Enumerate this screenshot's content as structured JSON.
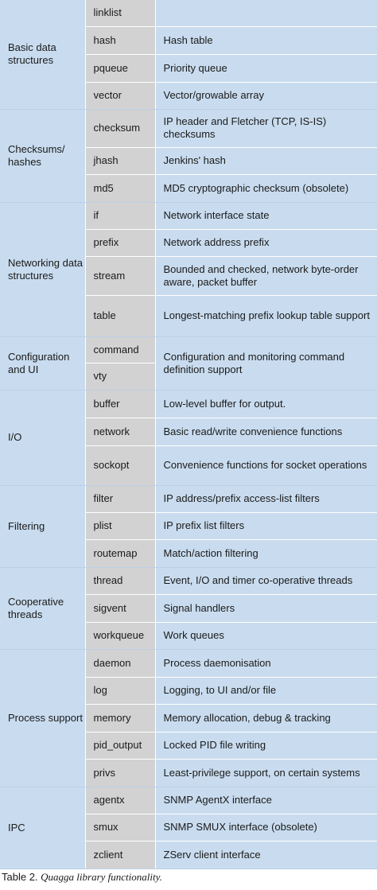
{
  "groups": [
    {
      "category": "Basic data structures",
      "h": [
        33,
        35,
        35,
        34
      ],
      "rows": [
        {
          "lib": "linklist",
          "desc": ""
        },
        {
          "lib": "hash",
          "desc": "Hash table"
        },
        {
          "lib": "pqueue",
          "desc": "Priority queue"
        },
        {
          "lib": "vector",
          "desc": "Vector/growable array"
        }
      ]
    },
    {
      "category": "Checksums/ hashes",
      "h": [
        48,
        34,
        35
      ],
      "rows": [
        {
          "lib": "checksum",
          "desc": "IP header and Fletcher (TCP, IS-IS) checksums"
        },
        {
          "lib": "jhash",
          "desc": "Jenkins' hash"
        },
        {
          "lib": "md5",
          "desc": "MD5 cryptographic checksum (obsolete)"
        }
      ]
    },
    {
      "category": "Networking data structures",
      "h": [
        34,
        34,
        49,
        52
      ],
      "rows": [
        {
          "lib": "if",
          "desc": "Network interface state"
        },
        {
          "lib": "prefix",
          "desc": "Network address prefix"
        },
        {
          "lib": "stream",
          "desc": "Bounded and checked, network byte-order aware, packet buffer"
        },
        {
          "lib": "table",
          "desc": "Longest-matching prefix lookup table support"
        }
      ]
    },
    {
      "category": "Configuration and UI",
      "h": [
        33,
        34
      ],
      "merge_desc": true,
      "rows": [
        {
          "lib": "command",
          "desc": "Configuration and monitoring command definition support"
        },
        {
          "lib": "vty",
          "desc": ""
        }
      ]
    },
    {
      "category": "I/O",
      "h": [
        35,
        35,
        50
      ],
      "rows": [
        {
          "lib": "buffer",
          "desc": "Low-level buffer for output."
        },
        {
          "lib": "network",
          "desc": "Basic read/write convenience functions"
        },
        {
          "lib": "sockopt",
          "desc": "Convenience functions for socket operations"
        }
      ]
    },
    {
      "category": "Filtering",
      "h": [
        34,
        34,
        35
      ],
      "rows": [
        {
          "lib": "filter",
          "desc": "IP address/prefix access-list filters"
        },
        {
          "lib": "plist",
          "desc": "IP prefix list filters"
        },
        {
          "lib": "routemap",
          "desc": "Match/action filtering"
        }
      ]
    },
    {
      "category": "Cooperative threads",
      "h": [
        34,
        35,
        34
      ],
      "rows": [
        {
          "lib": "thread",
          "desc": "Event, I/O and timer co-operative threads"
        },
        {
          "lib": "sigvent",
          "desc": "Signal handlers"
        },
        {
          "lib": "workqueue",
          "desc": "Work queues"
        }
      ]
    },
    {
      "category": "Process support",
      "h": [
        35,
        34,
        35,
        34,
        35
      ],
      "rows": [
        {
          "lib": "daemon",
          "desc": "Process daemonisation"
        },
        {
          "lib": "log",
          "desc": "Logging, to UI and/or file"
        },
        {
          "lib": "memory",
          "desc": "Memory allocation, debug & tracking"
        },
        {
          "lib": "pid_output",
          "desc": "Locked PID file writing"
        },
        {
          "lib": "privs",
          "desc": "Least-privilege support, on certain systems"
        }
      ]
    },
    {
      "category": "IPC",
      "h": [
        34,
        34,
        35
      ],
      "rows": [
        {
          "lib": "agentx",
          "desc": "SNMP AgentX interface"
        },
        {
          "lib": "smux",
          "desc": "SNMP SMUX interface (obsolete)"
        },
        {
          "lib": "zclient",
          "desc": "ZServ client interface"
        }
      ]
    }
  ],
  "caption": {
    "prefix": "Table 2.",
    "title": "Quagga library functionality."
  }
}
